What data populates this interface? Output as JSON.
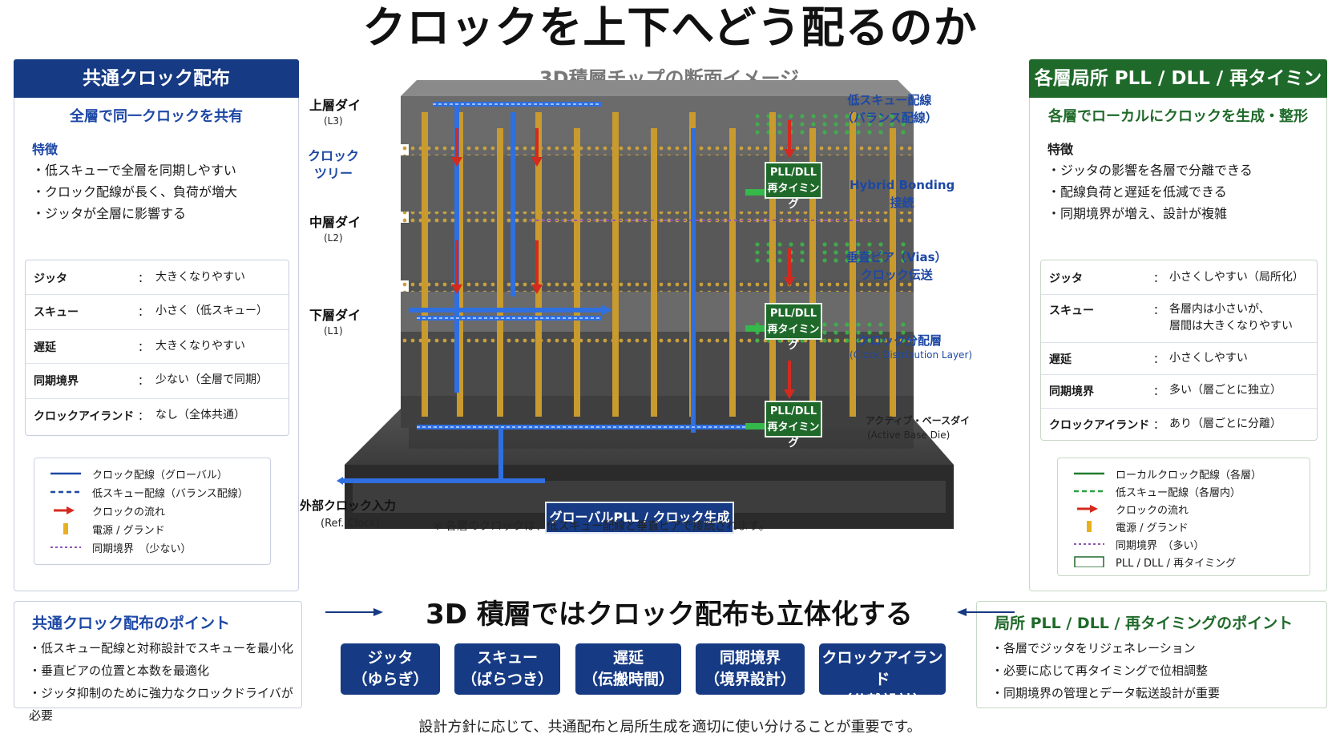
{
  "title": "クロックを上下へどう配るのか",
  "diagram_caption": "3D積層チップの断面イメージ",
  "left_panel": {
    "header": "共通クロック配布",
    "subtitle": "全層で同一クロックを共有",
    "features_title": "特徴",
    "features": [
      "低スキューで全層を同期しやすい",
      "クロック配線が長く、負荷が増大",
      "ジッタが全層に影響する"
    ],
    "table": [
      {
        "key": "ジッタ",
        "sep": "：",
        "value": "大きくなりやすい"
      },
      {
        "key": "スキュー",
        "sep": "：",
        "value": "小さく（低スキュー）"
      },
      {
        "key": "遅延",
        "sep": "：",
        "value": "大きくなりやすい"
      },
      {
        "key": "同期境界",
        "sep": "：",
        "value": "少ない（全層で同期）"
      },
      {
        "key": "クロックアイランド",
        "sep": "：",
        "value": "なし（全体共通）"
      }
    ],
    "legend": [
      {
        "symbol": "solid-line",
        "color": "#1d48a5",
        "label": "クロック配線（グローバル）"
      },
      {
        "symbol": "dashed-line",
        "color": "#1d48a5",
        "label": "低スキュー配線（バランス配線）"
      },
      {
        "symbol": "red-arrow",
        "color": "#d42a1e",
        "label": "クロックの流れ"
      },
      {
        "symbol": "power-bar",
        "color": "#e8b020",
        "label": "電源 / グランド"
      },
      {
        "symbol": "dotted-line",
        "color": "#8d5ab5",
        "label": "同期境界　（少ない）"
      }
    ]
  },
  "right_panel": {
    "header": "各層局所 PLL / DLL / 再タイミング",
    "subtitle": "各層でローカルにクロックを生成・整形",
    "features_title": "特徴",
    "features": [
      "ジッタの影響を各層で分離できる",
      "配線負荷と遅延を低減できる",
      "同期境界が増え、設計が複雑"
    ],
    "table": [
      {
        "key": "ジッタ",
        "sep": "：",
        "value": "小さくしやすい（局所化）"
      },
      {
        "key": "スキュー",
        "sep": "：",
        "value": "各層内は小さいが、",
        "value2": "層間は大きくなりやすい"
      },
      {
        "key": "遅延",
        "sep": "：",
        "value": "小さくしやすい"
      },
      {
        "key": "同期境界",
        "sep": "：",
        "value": "多い（層ごとに独立）"
      },
      {
        "key": "クロックアイランド",
        "sep": "：",
        "value": "あり（層ごとに分離）"
      }
    ],
    "legend": [
      {
        "symbol": "solid-line",
        "color": "#1f7a2e",
        "label": "ローカルクロック配線（各層）"
      },
      {
        "symbol": "dashed-line",
        "color": "#2ea043",
        "label": "低スキュー配線（各層内）"
      },
      {
        "symbol": "red-arrow",
        "color": "#d42a1e",
        "label": "クロックの流れ"
      },
      {
        "symbol": "power-bar",
        "color": "#e8b020",
        "label": "電源 / グランド"
      },
      {
        "symbol": "dotted-line",
        "color": "#8d5ab5",
        "label": "同期境界　（多い）"
      },
      {
        "symbol": "box",
        "color": "#1f6a2a",
        "label": "PLL / DLL / 再タイミング"
      }
    ]
  },
  "diagram": {
    "upper_die": "上層ダイ",
    "upper_die_code": "(L3)",
    "clock_tree": "クロック\nツリー",
    "mid_die": "中層ダイ",
    "mid_die_code": "(L2)",
    "lower_die": "下層ダイ",
    "lower_die_code": "(L1)",
    "low_skew_wiring": "低スキュー配線\n（バランス配線）",
    "hybrid_bonding": "Hybrid Bonding\n接続",
    "vertical_via": "垂直ビア（Vias）\nクロック伝送",
    "clock_layer": "クロック分配層",
    "clock_layer_en": "(Clock Distribution Layer)",
    "base_die": "アクティブ・ベースダイ",
    "base_die_en": "(Active Base Die)",
    "pll_box_label": "PLL/DLL\n再タイミング",
    "global_pll": "グローバルPLL / クロック生成",
    "external_clock": "外部クロック入力",
    "ref_clock": "(Ref. Clock)",
    "note": "※ 各層のクロックは、低スキュー配線と垂直ビアで接続されます。"
  },
  "bottom_left": {
    "title": "共通クロック配布のポイント",
    "points": [
      "低スキュー配線と対称設計でスキューを最小化",
      "垂直ビアの位置と本数を最適化",
      "ジッタ抑制のために強力なクロックドライバが必要"
    ]
  },
  "bottom_right": {
    "title": "局所 PLL / DLL / 再タイミングのポイント",
    "points": [
      "各層でジッタをリジェネレーション",
      "必要に応じて再タイミングで位相調整",
      "同期境界の管理とデータ転送設計が重要"
    ]
  },
  "center_heading": "3D 積層ではクロック配布も立体化する",
  "keywords": [
    {
      "line1": "ジッタ",
      "line2": "（ゆらぎ）"
    },
    {
      "line1": "スキュー",
      "line2": "（ばらつき）"
    },
    {
      "line1": "遅延",
      "line2": "（伝搬時間）"
    },
    {
      "line1": "同期境界",
      "line2": "（境界設計）"
    },
    {
      "line1": "クロックアイランド",
      "line2": "（分離設計）"
    }
  ],
  "footer": "設計方針に応じて、共通配布と局所生成を適切に使い分けることが重要です。",
  "colors": {
    "navy": "#163a83",
    "green": "#1f6a2a",
    "red": "#d42a1e",
    "gold": "#e8b020",
    "purple": "#8d5ab5"
  }
}
